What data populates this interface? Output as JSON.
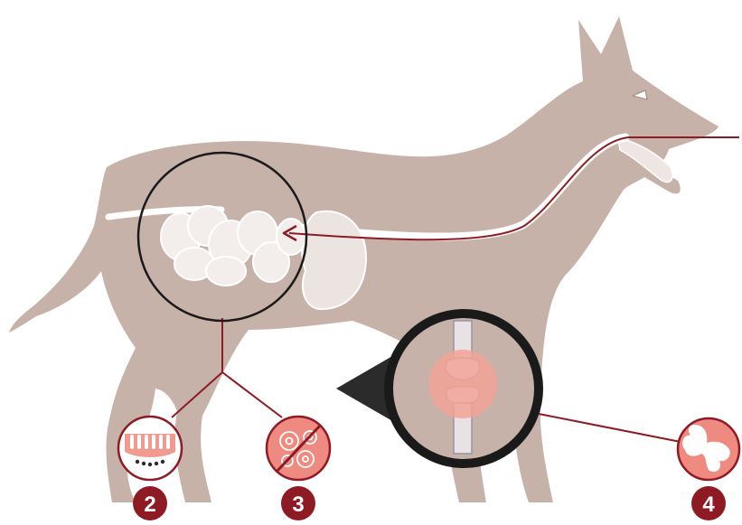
{
  "colors": {
    "dog_body": "#c7b2aa",
    "organ_fill": "#f3eeeb",
    "organ_stroke": "#ffffff",
    "accent": "#8e1b24",
    "zoom_ring": "#1a1a1a",
    "pointer": "#2b2b2b",
    "inflammation": "#f2a296",
    "bone": "#e8e2e7"
  },
  "markers": [
    {
      "id": "intestinal-villi",
      "label": "2",
      "icon": "intestinal-villi-icon"
    },
    {
      "id": "cells-crossed",
      "label": "3",
      "icon": "crossed-out-cells-icon"
    },
    {
      "id": "joint",
      "label": "4",
      "icon": "joint-icon"
    }
  ],
  "zooms": [
    {
      "id": "intestine-zoom",
      "content": "small-intestine"
    },
    {
      "id": "joint-zoom",
      "content": "inflamed-knee-joint"
    }
  ]
}
